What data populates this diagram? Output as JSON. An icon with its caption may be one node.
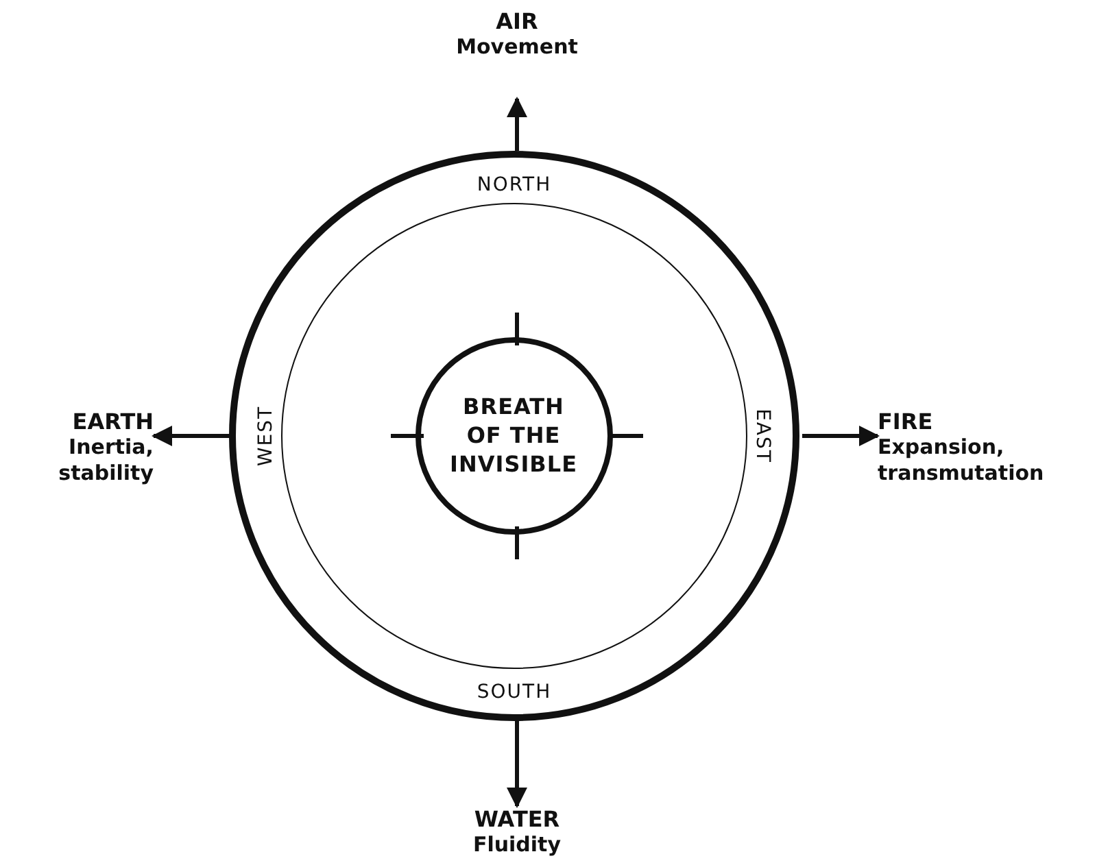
{
  "diagram": {
    "nodes": [
      {
        "text": [
          "NORTH",
          "WEST",
          "EAST",
          "SOUTH"
        ]
      },
      {
        "text": [],
        "shape": "circle",
        "in": 0
      },
      {
        "text": [
          "BREATH OF THE INVISIBLE"
        ],
        "in": 1
      },
      {
        "text": [
          "AIR",
          "Movement"
        ]
      },
      {
        "text": [
          "EARTH",
          "Inertia, stability"
        ]
      },
      {
        "text": [
          "FIRE",
          "Expansion, transmutation"
        ]
      },
      {
        "text": [
          "WATER",
          "Fluidity"
        ]
      }
    ],
    "edges": [
      {
        "from": 0,
        "to": 3,
        "arrow": "to"
      },
      {
        "from": 0,
        "to": 4,
        "arrow": "to"
      },
      {
        "from": 0,
        "to": 5,
        "arrow": "to"
      },
      {
        "from": 0,
        "to": 6,
        "arrow": "to"
      }
    ]
  }
}
